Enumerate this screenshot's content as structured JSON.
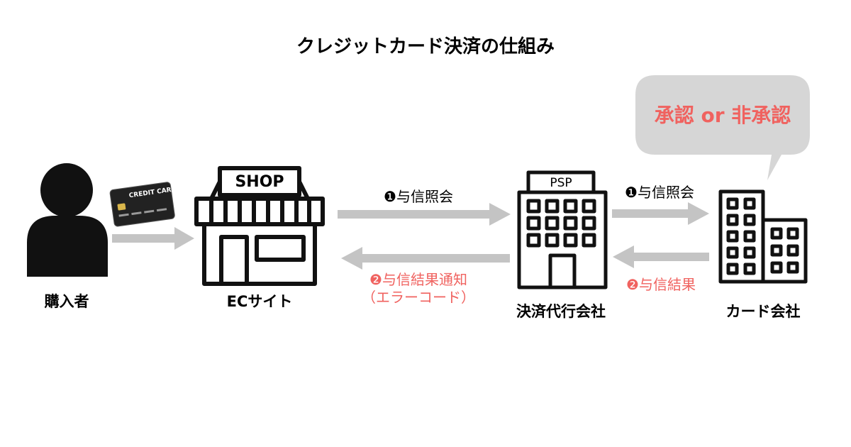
{
  "title": "クレジットカード決済の仕組み",
  "colors": {
    "arrow": "#c4c4c4",
    "accent_red": "#f0625f",
    "bubble": "#d6d6d6",
    "icon": "#111111"
  },
  "nodes": {
    "buyer": {
      "label": "購入者",
      "icon": "person-icon"
    },
    "shop": {
      "label": "ECサイト",
      "sign": "SHOP",
      "icon": "shop-icon"
    },
    "psp": {
      "label": "決済代行会社",
      "sign": "PSP",
      "icon": "office-building-icon"
    },
    "card_company": {
      "label": "カード会社",
      "icon": "buildings-icon"
    }
  },
  "card": {
    "text": "CREDIT CARD",
    "icon": "credit-card-icon"
  },
  "flows": {
    "shop_to_psp": {
      "number": "❶",
      "text": "与信照会"
    },
    "psp_to_card": {
      "number": "❶",
      "text": "与信照会"
    },
    "card_to_psp": {
      "number": "❷",
      "text": "与信結果"
    },
    "psp_to_shop": {
      "number": "❷",
      "line1": "与信結果通知",
      "line2": "（エラーコード）"
    }
  },
  "bubble": {
    "text": "承認 or 非承認"
  }
}
